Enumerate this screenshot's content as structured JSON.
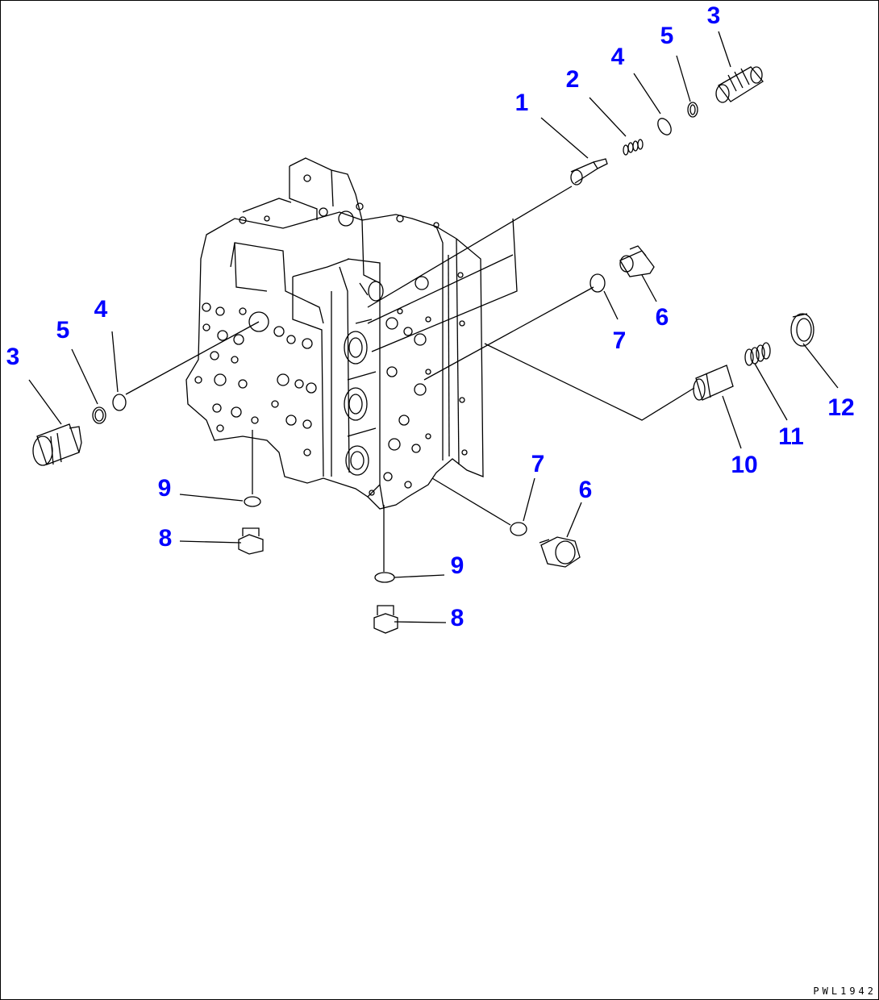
{
  "drawing_code": "PWL1942",
  "callout_color": "#0000ff",
  "line_color": "#000000",
  "callouts": [
    {
      "id": "c1",
      "text": "1"
    },
    {
      "id": "c2",
      "text": "2"
    },
    {
      "id": "c3a",
      "text": "3"
    },
    {
      "id": "c4a",
      "text": "4"
    },
    {
      "id": "c5a",
      "text": "5"
    },
    {
      "id": "c3b",
      "text": "3"
    },
    {
      "id": "c5b",
      "text": "5"
    },
    {
      "id": "c4b",
      "text": "4"
    },
    {
      "id": "c6a",
      "text": "6"
    },
    {
      "id": "c7a",
      "text": "7"
    },
    {
      "id": "c10",
      "text": "10"
    },
    {
      "id": "c11",
      "text": "11"
    },
    {
      "id": "c12",
      "text": "12"
    },
    {
      "id": "c9a",
      "text": "9"
    },
    {
      "id": "c8a",
      "text": "8"
    },
    {
      "id": "c7b",
      "text": "7"
    },
    {
      "id": "c6b",
      "text": "6"
    },
    {
      "id": "c9b",
      "text": "9"
    },
    {
      "id": "c8b",
      "text": "8"
    }
  ]
}
